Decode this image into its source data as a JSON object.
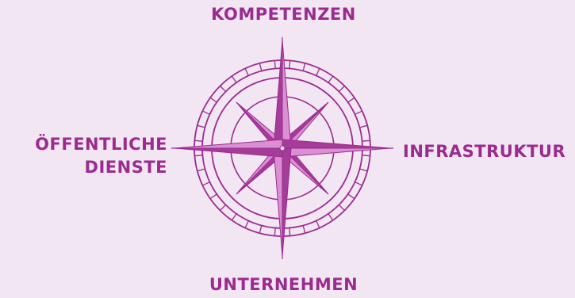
{
  "directions": {
    "north": "KOMPETENZEN",
    "east": "INFRASTRUKTUR",
    "south": "UNTERNEHMEN",
    "west_line1": "ÖFFENTLICHE",
    "west_line2": "DIENSTE"
  },
  "colors": {
    "background": "#f3e6f3",
    "primary": "#9b2b8f",
    "star_light": "#d98fd2",
    "star_dark": "#a43c98"
  },
  "icons": {
    "compass": "compass-rose-icon"
  }
}
